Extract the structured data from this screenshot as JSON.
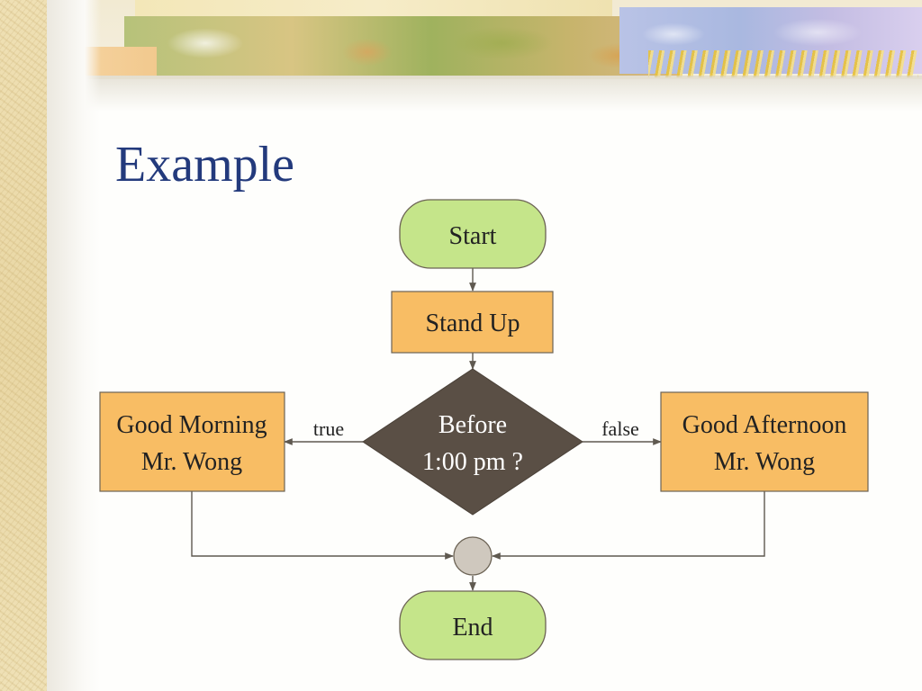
{
  "slide": {
    "title": "Example"
  },
  "flowchart": {
    "start_label": "Start",
    "stand_up_label": "Stand Up",
    "decision_label_line1": "Before",
    "decision_label_line2": "1:00 pm ?",
    "true_branch_line1": "Good Morning",
    "true_branch_line2": "Mr. Wong",
    "false_branch_line1": "Good Afternoon",
    "false_branch_line2": "Mr. Wong",
    "true_edge_label": "true",
    "false_edge_label": "false",
    "end_label": "End"
  },
  "colors": {
    "title": "#233a7c",
    "terminal_fill": "#c5e58a",
    "process_fill": "#f8bd64",
    "decision_fill": "#5a4f45",
    "connector_fill": "#cfc8be",
    "edge_color": "#5f5950"
  }
}
